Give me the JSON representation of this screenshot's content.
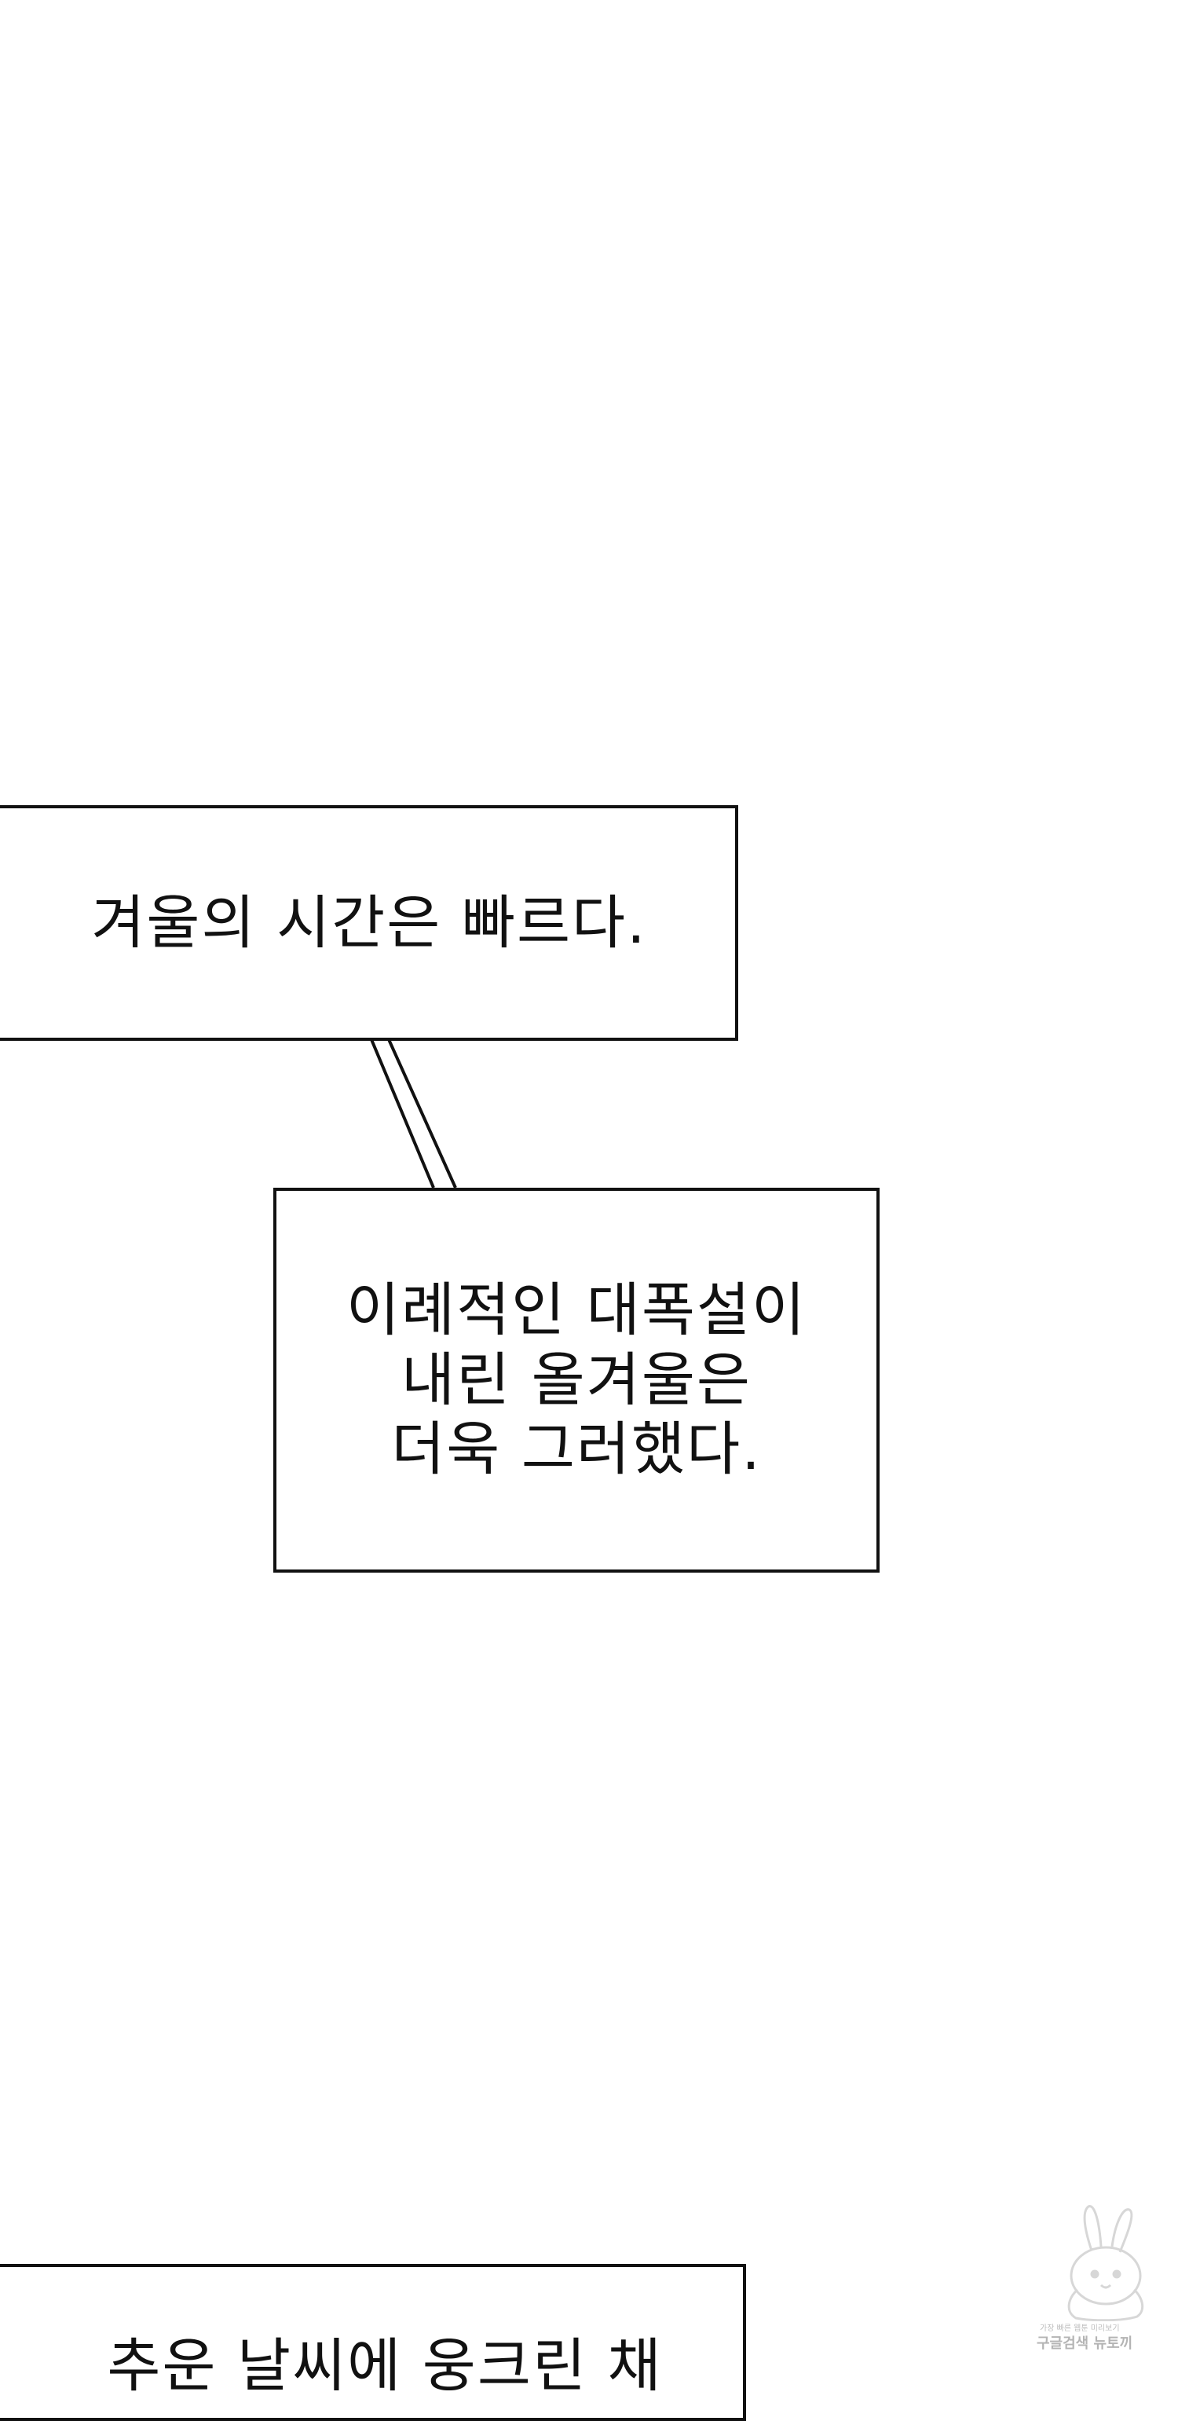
{
  "bubbles": {
    "first": "겨울의 시간은 빠르다.",
    "second": {
      "lines": [
        "이례적인 대폭설이",
        "내린 올겨울은",
        "더욱 그러했다."
      ]
    },
    "third": "추운 날씨에 웅크린 채"
  },
  "watermark": {
    "tagline": "가장 빠른 웹툰 미리보기",
    "brand": "구글검색 뉴토끼",
    "icon": "rabbit-mascot-icon"
  }
}
